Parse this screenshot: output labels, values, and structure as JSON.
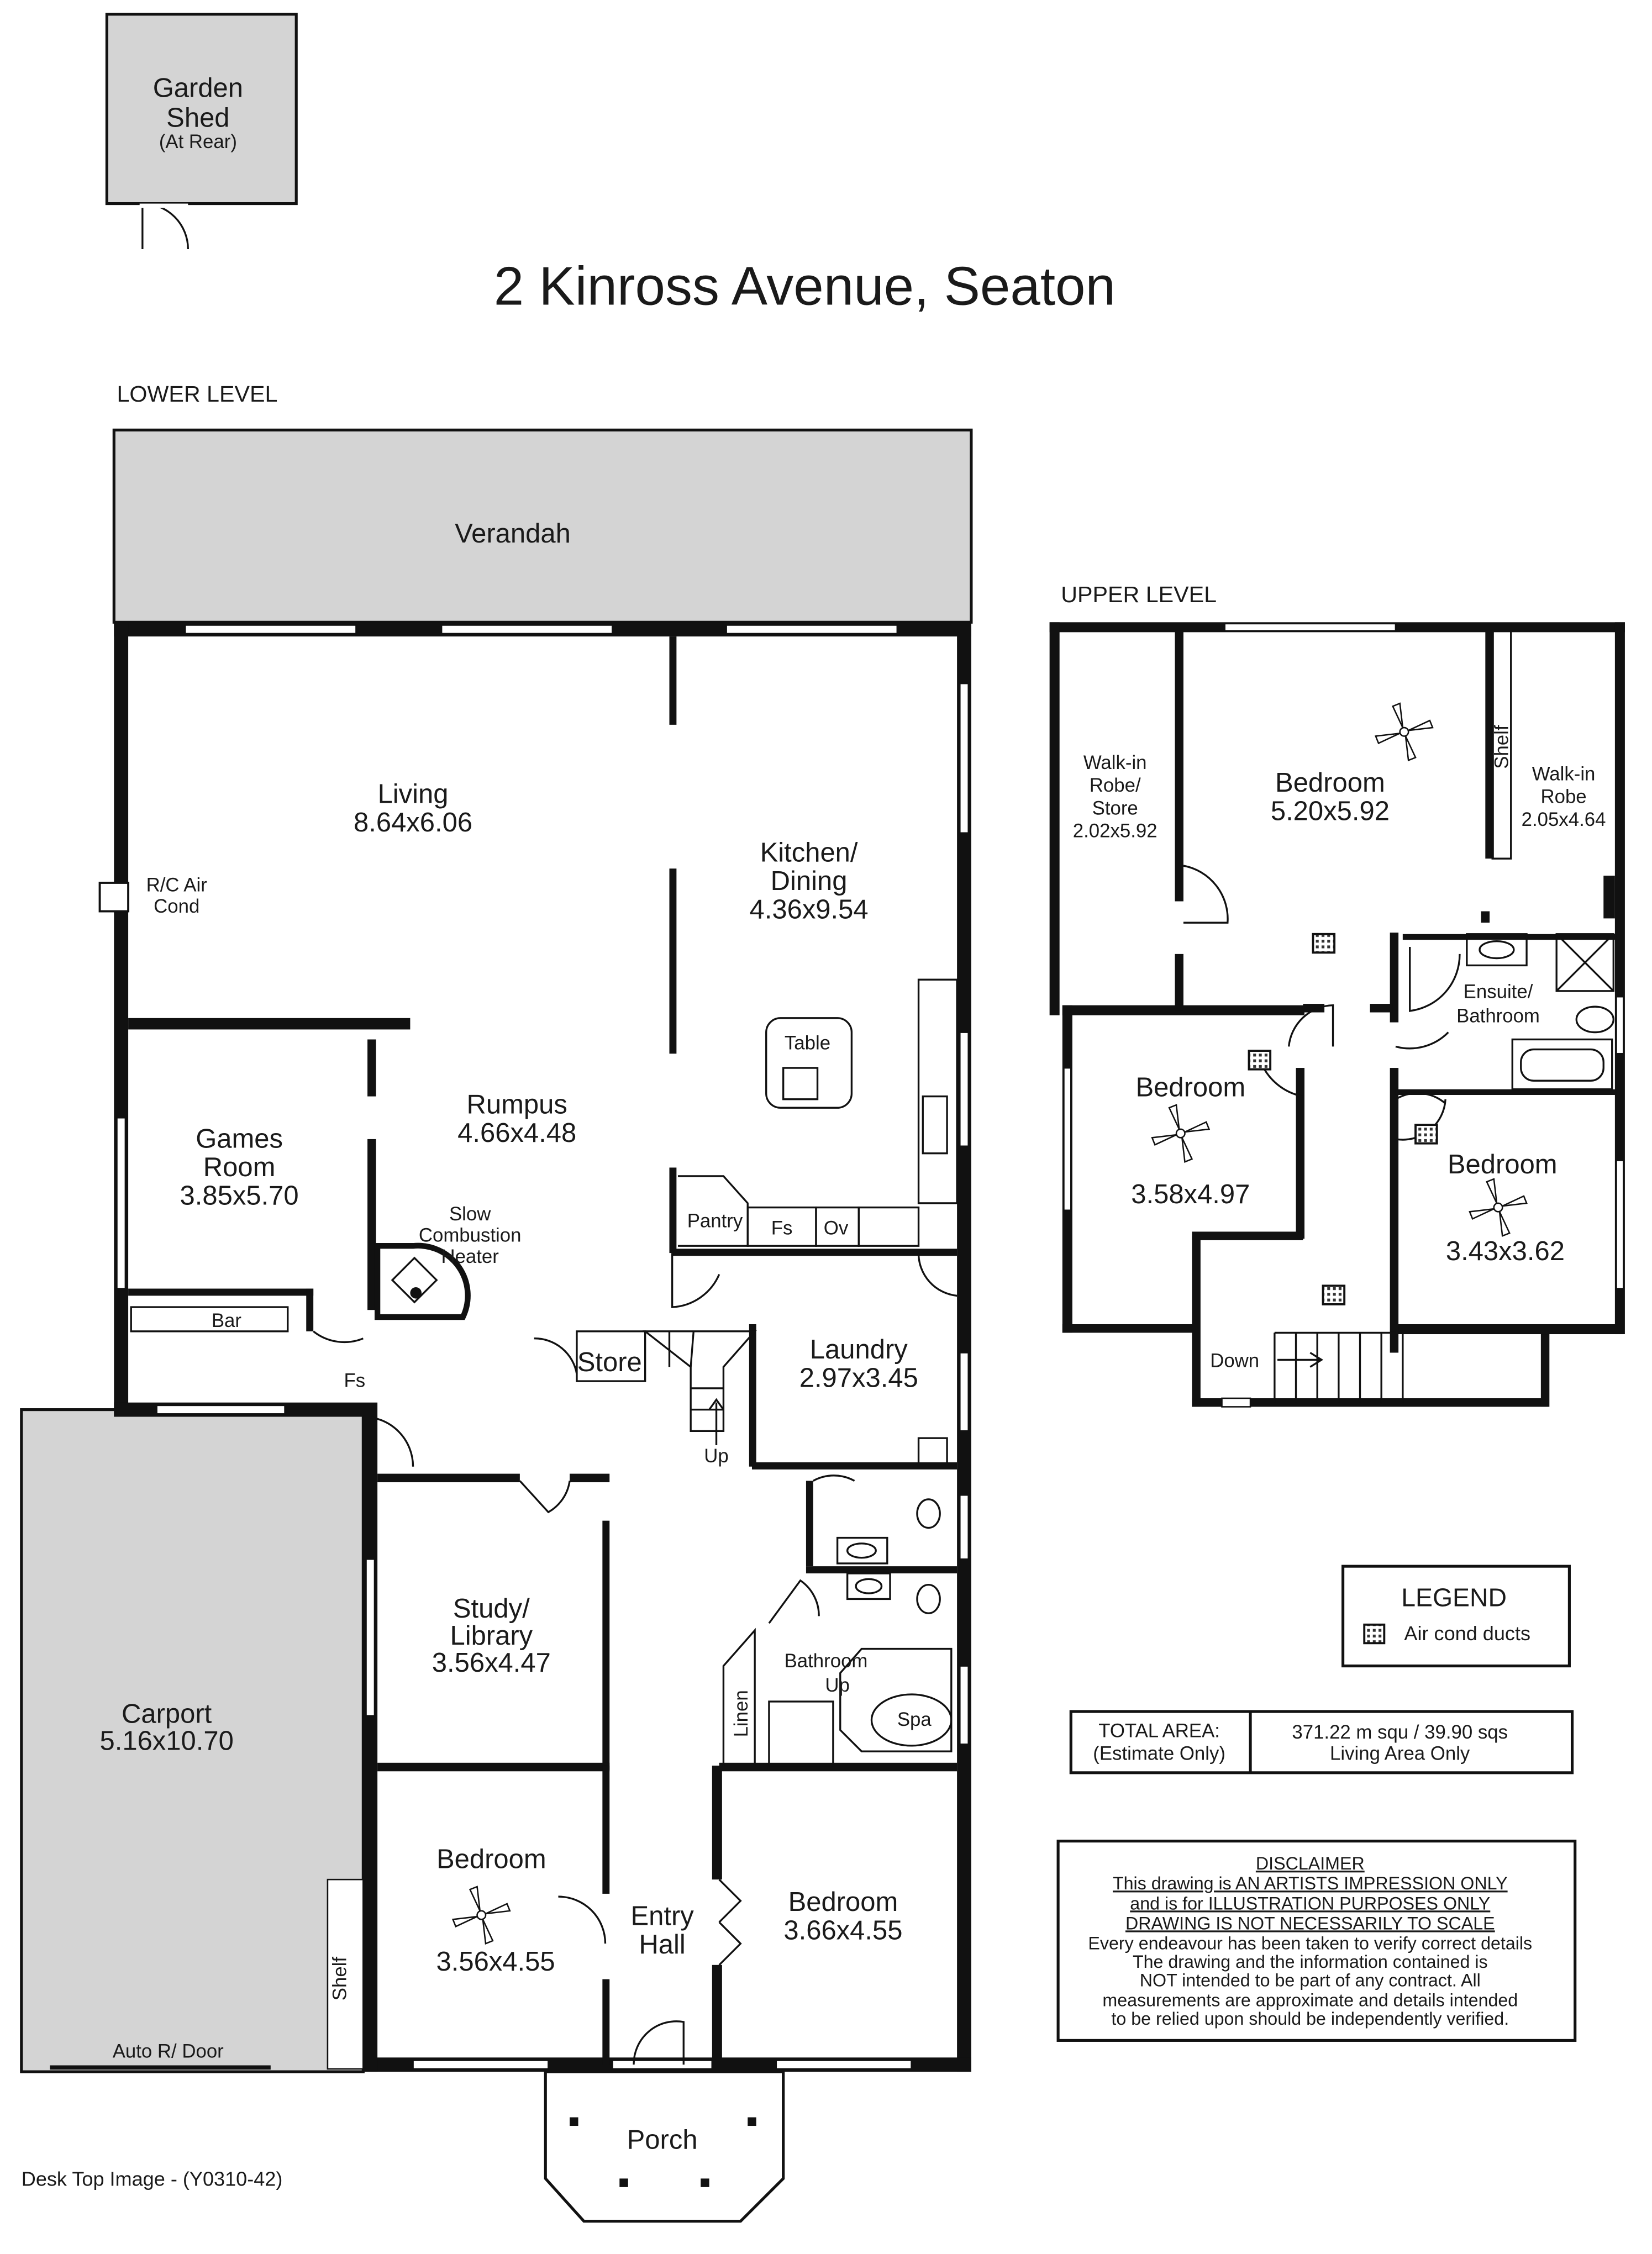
{
  "title": "2 Kinross Avenue, Seaton",
  "garden_shed": {
    "line1": "Garden",
    "line2": "Shed",
    "note": "(At Rear)"
  },
  "lower_level": {
    "heading": "LOWER LEVEL",
    "verandah": "Verandah",
    "living": {
      "name": "Living",
      "size": "8.64x6.06"
    },
    "kitchen": {
      "line1": "Kitchen/",
      "line2": "Dining",
      "size": "4.36x9.54"
    },
    "aircon": {
      "line1": "R/C Air",
      "line2": "Cond"
    },
    "table": "Table",
    "rumpus": {
      "name": "Rumpus",
      "size": "4.66x4.48"
    },
    "games_room": {
      "line1": "Games",
      "line2": "Room",
      "size": "3.85x5.70"
    },
    "heater": {
      "line1": "Slow",
      "line2": "Combustion",
      "line3": "Heater"
    },
    "pantry": "Pantry",
    "fs_kitchen": "Fs",
    "oven": "Ov",
    "bar": "Bar",
    "fs_bar": "Fs",
    "store": "Store",
    "stairs_up": "Up",
    "laundry": {
      "name": "Laundry",
      "size": "2.97x3.45"
    },
    "carport": {
      "name": "Carport",
      "size": "5.16x10.70"
    },
    "shelf": "Shelf",
    "auto_door": "Auto R/ Door",
    "study": {
      "line1": "Study/",
      "line2": "Library",
      "size": "3.56x4.47"
    },
    "bathroom": {
      "name": "Bathroom",
      "up": "Up",
      "spa": "Spa"
    },
    "linen": "Linen",
    "bedroom_left": {
      "name": "Bedroom",
      "size": "3.56x4.55"
    },
    "entry_hall": {
      "line1": "Entry",
      "line2": "Hall"
    },
    "bedroom_right": {
      "name": "Bedroom",
      "size": "3.66x4.55"
    },
    "porch": "Porch"
  },
  "upper_level": {
    "heading": "UPPER  LEVEL",
    "wir_store": {
      "line1": "Walk-in",
      "line2": "Robe/",
      "line3": "Store",
      "size": "2.02x5.92"
    },
    "master": {
      "name": "Bedroom",
      "size": "5.20x5.92"
    },
    "shelf": "Shelf",
    "wir": {
      "line1": "Walk-in",
      "line2": "Robe",
      "size": "2.05x4.64"
    },
    "ensuite": {
      "line1": "Ensuite/",
      "line2": "Bathroom"
    },
    "bedroom_left": {
      "name": "Bedroom",
      "size": "3.58x4.97"
    },
    "bedroom_right": {
      "name": "Bedroom",
      "size": "3.43x3.62"
    },
    "stairs_down": "Down"
  },
  "legend": {
    "title": "LEGEND",
    "item": "Air cond ducts",
    "icon": "air-duct-icon"
  },
  "total_area": {
    "label1": "TOTAL AREA:",
    "label2": "(Estimate Only)",
    "value": "371.22 m squ /  39.90 sqs",
    "note": "Living Area Only"
  },
  "disclaimer": {
    "heading": "DISCLAIMER",
    "lines": [
      "This drawing is AN ARTISTS IMPRESSION ONLY",
      "and is for ILLUSTRATION PURPOSES ONLY",
      "DRAWING IS NOT NECESSARILY TO SCALE",
      "Every endeavour has been taken to verify correct details",
      "The drawing and the information contained is",
      "NOT intended to be part of any contract. All",
      "measurements are approximate and details intended",
      "to be relied upon should be independently verified."
    ]
  },
  "footer": "Desk Top Image - (Y0310-42)"
}
